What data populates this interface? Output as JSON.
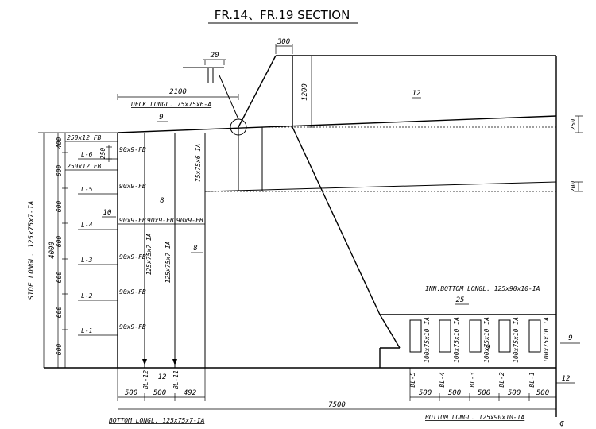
{
  "title": "FR.14、FR.19 SECTION",
  "dimensions": {
    "top_300": "300",
    "web_20": "20",
    "height_1200": "1200",
    "depth_2100": "2100",
    "d_250_right": "250",
    "d_200_right": "200",
    "d_250_left": "250",
    "side_4000": "4000",
    "left_dims": [
      "400",
      "600",
      "600",
      "600",
      "600",
      "600",
      "600"
    ],
    "bottom_left": [
      "500",
      "500",
      "492"
    ],
    "bottom_right": [
      "500",
      "500",
      "500",
      "500",
      "500"
    ],
    "total_7500": "7500"
  },
  "plates": {
    "p12_deck": "12",
    "p9_deck": "9",
    "p8_a": "8",
    "p8_b": "8",
    "p10": "10",
    "p25": "25",
    "p9_bottom": "9",
    "p9_right": "9",
    "p12_bl": "12",
    "p12_right": "12"
  },
  "labels": {
    "deck_longl": "DECK LONGL. 75x75x6-A",
    "side_longl": "SIDE LONGL. 125x75x7-IA",
    "inn_bottom": "INN.BOTTOM LONGL. 125x90x10-IA",
    "bottom_left": "BOTTOM LONGL. 125x75x7-IA",
    "bottom_right": "BOTTOM LONGL. 125x90x10-IA",
    "fb_250_1": "250x12 FB",
    "fb_250_2": "250x12 FB",
    "fb_90": [
      "90x9-FB",
      "90x9-FB",
      "90x9-FB",
      "90x9-FB",
      "90x9-FB",
      "90x9-FB",
      "90x9-FB",
      "90x9-FB"
    ],
    "vert_125_a": "125x75x7 IA",
    "vert_125_b": "125x75x7 IA",
    "vert_75": "75x75x6 IA",
    "long_l": [
      "L-6",
      "L-5",
      "L-4",
      "L-3",
      "L-2",
      "L-1"
    ],
    "bl_left": [
      "BL-12",
      "BL-11"
    ],
    "bl_right": [
      "BL-5",
      "BL-4",
      "BL-3",
      "BL-2",
      "BL-1"
    ],
    "inner_angles": [
      "100x75x10 IA",
      "100x75x10 IA",
      "100x75x10 IA",
      "100x75x10 IA",
      "100x75x10 IA"
    ],
    "centerline": "¢"
  }
}
